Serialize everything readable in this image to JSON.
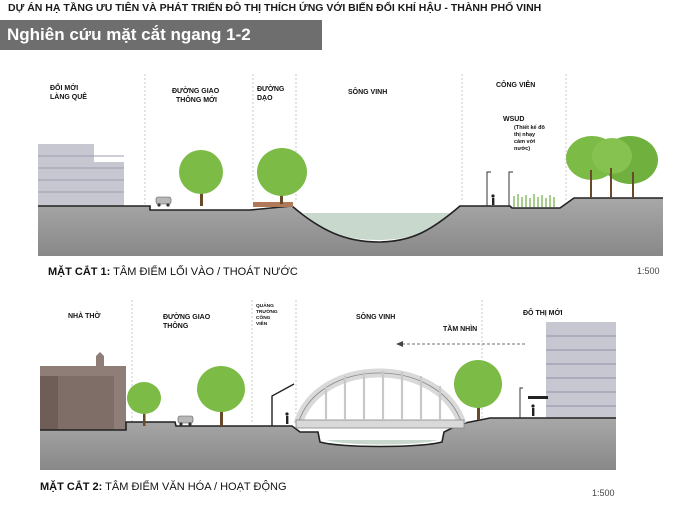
{
  "page_title": "DỰ ÁN HẠ TẦNG ƯU TIÊN VÀ PHÁT TRIỂN ĐÔ THỊ THÍCH ỨNG VỚI BIẾN ĐỔI KHÍ HẬU  - THÀNH PHỐ VINH",
  "banner_title": "Nghiên cứu mặt cắt ngang 1-2",
  "section1": {
    "zones": [
      [
        "ĐỔI MỚI",
        "LÀNG QUÊ"
      ],
      [
        "ĐƯỜNG GIAO",
        "THÔNG MỚI"
      ],
      [
        "ĐƯỜNG",
        "DẠO"
      ],
      [
        "SÔNG VINH"
      ],
      [
        "CÔNG VIÊN"
      ]
    ],
    "wsud_label": "WSUD",
    "wsud_note": [
      "(Thiết kế đô",
      "thị nhạy",
      "cảm với",
      "nước)"
    ],
    "caption_prefix": "MẶT CẮT 1:",
    "caption_text": " TÂM ĐIỂM LỐI VÀO / THOÁT NƯỚC",
    "scale": "1:500"
  },
  "section2": {
    "zones": [
      [
        "NHÀ THỜ"
      ],
      [
        "ĐƯỜNG GIAO",
        "THÔNG"
      ],
      [
        "QUẢNG",
        "TRƯỜNG",
        "CÔNG",
        "VIÊN"
      ],
      [
        "SÔNG VINH"
      ],
      [
        "TẦM NHÌN"
      ],
      [
        "ĐÔ THỊ MỚI"
      ]
    ],
    "caption_prefix": "MẶT CẮT 2:",
    "caption_text": "  TÂM ĐIỂM VĂN HÓA / HOẠT ĐỘNG",
    "scale": "1:500"
  },
  "colors": {
    "banner": "#6e6e6e",
    "ground": "#9a9a9a",
    "river": "#c9d8cd",
    "tree": "#7cbb46",
    "trunk": "#6b4a2b",
    "building": "#c7c7d2",
    "church": "#8f7e78",
    "bridge": "#d9d9d9"
  }
}
